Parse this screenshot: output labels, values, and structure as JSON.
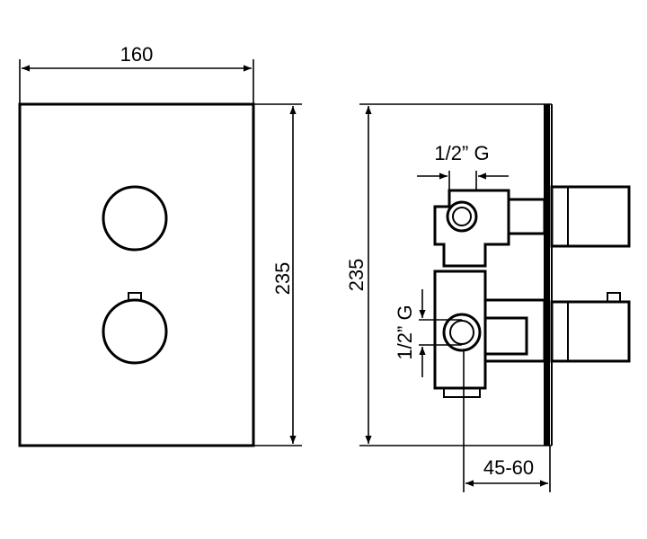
{
  "front_view": {
    "width_label": "160",
    "height_label": "235"
  },
  "side_view": {
    "height_label": "235",
    "top_connection_label": "1/2” G",
    "side_connection_label": "1/2” G",
    "depth_label": "45-60"
  },
  "colors": {
    "line": "#000000",
    "background": "#ffffff"
  }
}
